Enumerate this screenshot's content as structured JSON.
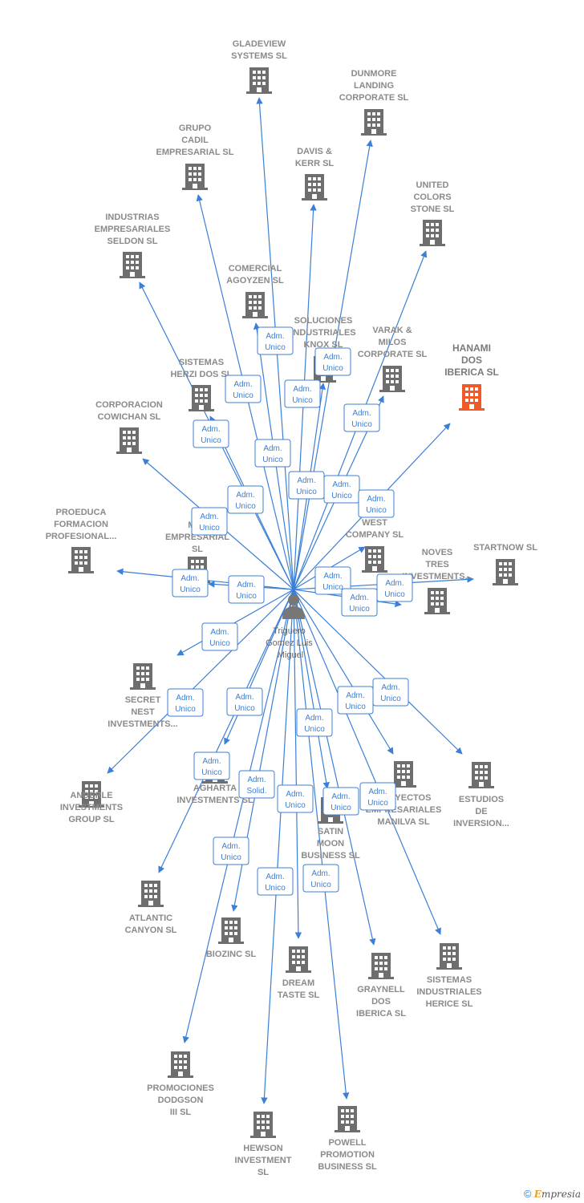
{
  "center": {
    "label": [
      "Triguero",
      "Gomez Luis",
      "Miguel"
    ],
    "icon": "person-icon"
  },
  "colors": {
    "edge": "#3b7fd6",
    "building": "#6e6e6e",
    "highlight": "#f05a28"
  },
  "footer": {
    "copyright": "©",
    "brand_first": "E",
    "brand_rest": "mpresia"
  },
  "companies": [
    {
      "id": "gladeview",
      "label": [
        "GLADEVIEW",
        "SYSTEMS SL"
      ]
    },
    {
      "id": "dunmore",
      "label": [
        "DUNMORE",
        "LANDING",
        "CORPORATE SL"
      ]
    },
    {
      "id": "grupo-cadil",
      "label": [
        "GRUPO",
        "CADIL",
        "EMPRESARIAL SL"
      ]
    },
    {
      "id": "davis-kerr",
      "label": [
        "DAVIS &",
        "KERR SL"
      ]
    },
    {
      "id": "united-colors",
      "label": [
        "UNITED",
        "COLORS",
        "STONE SL"
      ]
    },
    {
      "id": "industrias-seldon",
      "label": [
        "INDUSTRIAS",
        "EMPRESARIALES",
        "SELDON SL"
      ]
    },
    {
      "id": "comercial-agoyzen",
      "label": [
        "COMERCIAL",
        "AGOYZEN SL"
      ]
    },
    {
      "id": "soluciones-knox",
      "label": [
        "SOLUCIONES",
        "INDUSTRIALES",
        "KNOX SL"
      ]
    },
    {
      "id": "varak-milos",
      "label": [
        "VARAK &",
        "MILOS",
        "CORPORATE SL"
      ]
    },
    {
      "id": "hanami",
      "label": [
        "HANAMI",
        "DOS",
        "IBERICA SL"
      ],
      "highlight": true
    },
    {
      "id": "sistemas-herzi",
      "label": [
        "SISTEMAS",
        "HERZI DOS SL"
      ]
    },
    {
      "id": "corporacion-cowichan",
      "label": [
        "CORPORACION",
        "COWICHAN SL"
      ]
    },
    {
      "id": "proeduca",
      "label": [
        "PROEDUCA",
        "FORMACION",
        "PROFESIONAL..."
      ]
    },
    {
      "id": "may-empresarial",
      "label": [
        "MAY",
        "EMPRESARIAL",
        "SL"
      ]
    },
    {
      "id": "west-company",
      "label": [
        "WEST",
        "COMPANY SL"
      ]
    },
    {
      "id": "noves-tres",
      "label": [
        "NOVES",
        "TRES",
        "INVESTMENTS..."
      ]
    },
    {
      "id": "startnow",
      "label": [
        "STARTNOW SL"
      ]
    },
    {
      "id": "secret-nest",
      "label": [
        "SECRET",
        "NEST",
        "INVESTMENTS..."
      ]
    },
    {
      "id": "anderle",
      "label": [
        "ANDERLE",
        "INVESTMENTS",
        "GROUP SL"
      ]
    },
    {
      "id": "agharta",
      "label": [
        "AGHARTA",
        "INVESTMENTS SL"
      ]
    },
    {
      "id": "satin-moon",
      "label": [
        "SATIN",
        "MOON",
        "BUSINESS SL"
      ]
    },
    {
      "id": "proyectos-manilva",
      "label": [
        "PROYECTOS",
        "EMPRESARIALES",
        "MANILVA SL"
      ]
    },
    {
      "id": "estudios-inversion",
      "label": [
        "ESTUDIOS",
        "DE",
        "INVERSION..."
      ]
    },
    {
      "id": "atlantic-canyon",
      "label": [
        "ATLANTIC",
        "CANYON SL"
      ]
    },
    {
      "id": "biozinc",
      "label": [
        "BIOZINC SL"
      ]
    },
    {
      "id": "dream-taste",
      "label": [
        "DREAM",
        "TASTE SL"
      ]
    },
    {
      "id": "graynell",
      "label": [
        "GRAYNELL",
        "DOS",
        "IBERICA SL"
      ]
    },
    {
      "id": "sistemas-herice",
      "label": [
        "SISTEMAS",
        "INDUSTRIALES",
        "HERICE SL"
      ]
    },
    {
      "id": "promociones-dodgson",
      "label": [
        "PROMOCIONES",
        "DODGSON",
        "III SL"
      ]
    },
    {
      "id": "hewson",
      "label": [
        "HEWSON",
        "INVESTMENT",
        "SL"
      ]
    },
    {
      "id": "powell",
      "label": [
        "POWELL",
        "PROMOTION",
        "BUSINESS SL"
      ]
    }
  ],
  "relations": [
    {
      "to": "gladeview",
      "label": [
        "Adm.",
        "Unico"
      ]
    },
    {
      "to": "dunmore",
      "label": [
        "Adm.",
        "Unico"
      ]
    },
    {
      "to": "grupo-cadil",
      "label": [
        "Adm.",
        "Unico"
      ]
    },
    {
      "to": "davis-kerr",
      "label": [
        "Adm.",
        "Unico"
      ]
    },
    {
      "to": "united-colors",
      "label": [
        "Adm.",
        "Unico"
      ]
    },
    {
      "to": "industrias-seldon",
      "label": [
        "Adm.",
        "Unico"
      ]
    },
    {
      "to": "comercial-agoyzen",
      "label": [
        "Adm.",
        "Unico"
      ]
    },
    {
      "to": "soluciones-knox",
      "label": [
        "Adm.",
        "Unico"
      ]
    },
    {
      "to": "varak-milos",
      "label": [
        "Adm.",
        "Unico"
      ]
    },
    {
      "to": "hanami",
      "label": [
        "Adm.",
        "Unico"
      ]
    },
    {
      "to": "sistemas-herzi",
      "label": [
        "Adm.",
        "Unico"
      ]
    },
    {
      "to": "corporacion-cowichan",
      "label": [
        "Adm.",
        "Unico"
      ]
    },
    {
      "to": "proeduca",
      "label": [
        "Adm.",
        "Unico"
      ]
    },
    {
      "to": "may-empresarial",
      "label": [
        "Adm.",
        "Unico"
      ]
    },
    {
      "to": "west-company",
      "label": [
        "Adm.",
        "Unico"
      ]
    },
    {
      "to": "noves-tres",
      "label": [
        "Adm.",
        "Unico"
      ]
    },
    {
      "to": "startnow",
      "label": [
        "Adm.",
        "Unico"
      ]
    },
    {
      "to": "secret-nest",
      "label": [
        "Adm.",
        "Unico"
      ]
    },
    {
      "to": "anderle",
      "label": [
        "Adm.",
        "Unico"
      ]
    },
    {
      "to": "agharta",
      "label": [
        "Adm.",
        "Unico"
      ]
    },
    {
      "to": "satin-moon",
      "label": [
        "Adm.",
        "Unico"
      ]
    },
    {
      "to": "proyectos-manilva",
      "label": [
        "Adm.",
        "Unico"
      ]
    },
    {
      "to": "estudios-inversion",
      "label": [
        "Adm.",
        "Unico"
      ]
    },
    {
      "to": "atlantic-canyon",
      "label": [
        "Adm.",
        "Unico"
      ]
    },
    {
      "to": "biozinc",
      "label": [
        "Adm.",
        "Solid."
      ]
    },
    {
      "to": "dream-taste",
      "label": [
        "Adm.",
        "Unico"
      ]
    },
    {
      "to": "graynell",
      "label": [
        "Adm.",
        "Unico"
      ]
    },
    {
      "to": "sistemas-herice",
      "label": [
        "Adm.",
        "Unico"
      ]
    },
    {
      "to": "promociones-dodgson",
      "label": [
        "Adm.",
        "Unico"
      ]
    },
    {
      "to": "hewson",
      "label": [
        "Adm.",
        "Unico"
      ]
    },
    {
      "to": "powell",
      "label": [
        "Adm.",
        "Unico"
      ]
    }
  ]
}
